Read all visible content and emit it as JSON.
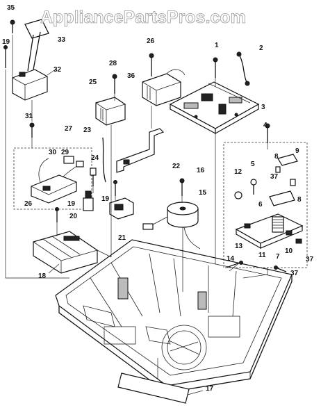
{
  "watermark": "AppliancePartsPros.com",
  "callouts": {
    "c1": "1",
    "c2": "2",
    "c3": "3",
    "c4": "4",
    "c5": "5",
    "c6": "6",
    "c7": "7",
    "c8a": "8",
    "c8b": "8",
    "c9": "9",
    "c10": "10",
    "c11": "11",
    "c12": "12",
    "c13": "13",
    "c14": "14",
    "c15": "15",
    "c16": "16",
    "c17": "17",
    "c18": "18",
    "c19a": "19",
    "c19b": "19",
    "c19c": "19",
    "c20": "20",
    "c21": "21",
    "c22": "22",
    "c23": "23",
    "c24": "24",
    "c25": "25",
    "c26": "26",
    "c27": "27",
    "c28": "28",
    "c29": "29",
    "c30": "30",
    "c31": "31",
    "c32": "32",
    "c33": "33",
    "c35": "35",
    "c36": "36",
    "c37a": "37",
    "c37b": "37",
    "c37c": "37"
  }
}
